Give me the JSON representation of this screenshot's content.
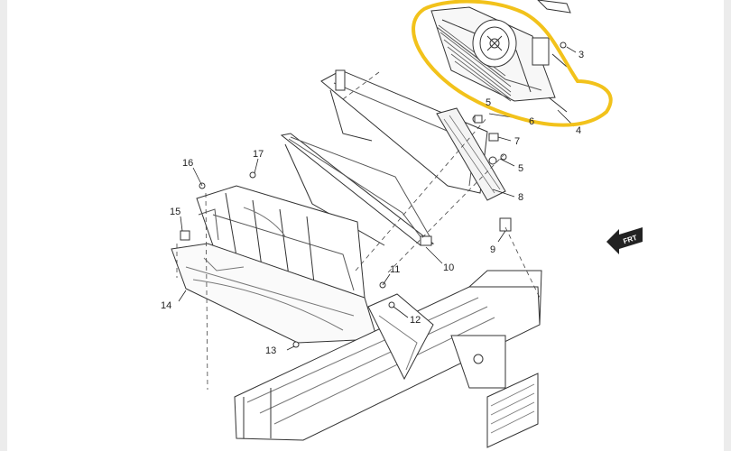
{
  "diagram": {
    "callouts": [
      "3",
      "4",
      "5",
      "6",
      "7",
      "5",
      "8",
      "9",
      "10",
      "11",
      "12",
      "13",
      "14",
      "15",
      "16",
      "17"
    ],
    "forward_label": "FRT",
    "colors": {
      "line": "#333333",
      "highlight": "#f2c21b",
      "grille": "#555555"
    }
  }
}
